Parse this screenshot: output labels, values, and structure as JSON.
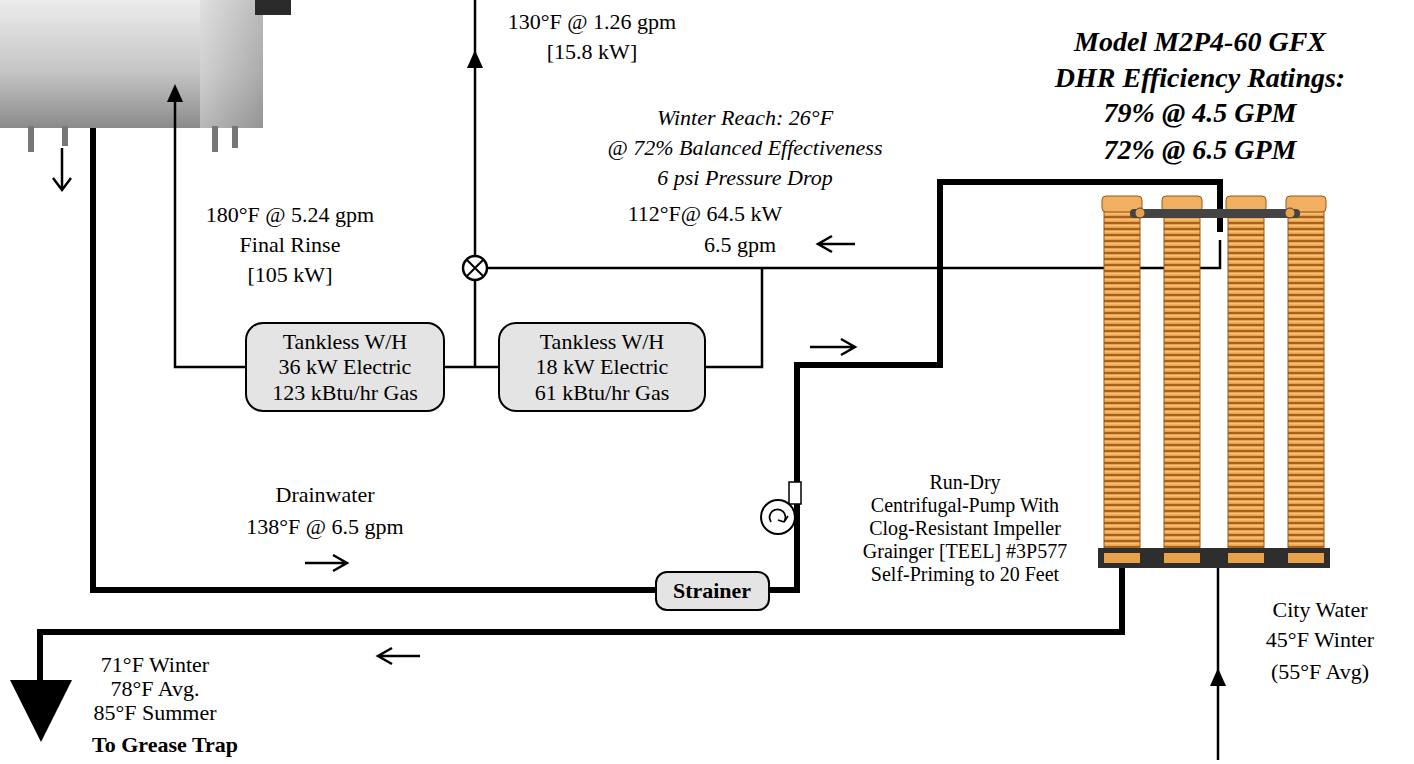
{
  "diagram": {
    "nodes": [
      {
        "text": [
          "Tankless W/H",
          "36 kW Electric",
          "123 kBtu/hr Gas"
        ]
      },
      {
        "text": [
          "Tankless W/H",
          "18 kW Electric",
          "61 kBtu/hr Gas"
        ]
      },
      {
        "text": [
          "Strainer"
        ]
      }
    ],
    "edges": [
      {
        "from": 1,
        "to": 0,
        "arrow": "none"
      }
    ],
    "labels": [
      "130°F @ 1.26 gpm",
      "[15.8 kW]",
      "Winter Reach: 26°F",
      "@ 72% Balanced Effectiveness",
      "6 psi Pressure Drop",
      "112°F@ 64.5 kW",
      "6.5 gpm",
      "180°F @ 5.24 gpm",
      "Final Rinse",
      "[105 kW]",
      "Drainwater",
      "138°F @ 6.5 gpm",
      "Run-Dry",
      "Centrifugal-Pump With",
      "Clog-Resistant Impeller",
      "Grainger [TEEL] #3P577",
      "Self-Priming to 20 Feet",
      "71°F Winter",
      "78°F Avg.",
      "85°F Summer",
      "To Grease Trap",
      "City Water",
      "45°F Winter",
      "(55°F Avg)",
      "Model M2P4-60 GFX",
      "DHR Efficiency Ratings:",
      "79% @ 4.5 GPM",
      "72% @ 6.5 GPM"
    ]
  }
}
